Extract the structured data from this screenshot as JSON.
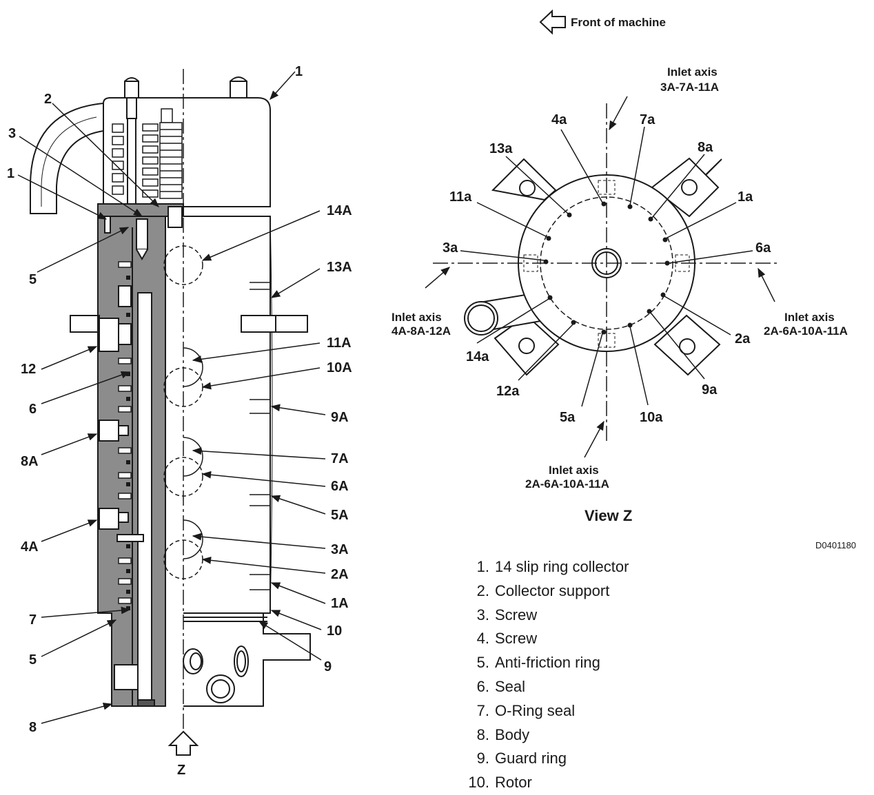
{
  "header": {
    "front_of_machine": "Front of machine"
  },
  "left_view": {
    "callouts": {
      "c1_top": "1",
      "c2": "2",
      "c3": "3",
      "c1_left": "1",
      "c5_top": "5",
      "c12": "12",
      "c6": "6",
      "c8A": "8A",
      "c4A": "4A",
      "c7": "7",
      "c5_bottom": "5",
      "c8": "8",
      "c14A": "14A",
      "c13A": "13A",
      "c11A": "11A",
      "c10A": "10A",
      "c9A": "9A",
      "c7A": "7A",
      "c6A": "6A",
      "c5A": "5A",
      "c3A": "3A",
      "c2A": "2A",
      "c1A": "1A",
      "c10": "10",
      "c9": "9"
    },
    "view_arrow_label": "Z"
  },
  "view_z": {
    "inlet_top_l1": "Inlet axis",
    "inlet_top_l2": "3A-7A-11A",
    "inlet_left_l1": "Inlet axis",
    "inlet_left_l2": "4A-8A-12A",
    "inlet_right_l1": "Inlet axis",
    "inlet_right_l2": "2A-6A-10A-11A",
    "inlet_bottom_l1": "Inlet axis",
    "inlet_bottom_l2": "2A-6A-10A-11A",
    "ports": {
      "p4a": "4a",
      "p7a": "7a",
      "p8a": "8a",
      "p13a": "13a",
      "p11a": "11a",
      "p1a": "1a",
      "p3a": "3a",
      "p6a": "6a",
      "p2a": "2a",
      "p14a": "14a",
      "p9a": "9a",
      "p12a": "12a",
      "p5a": "5a",
      "p10a": "10a"
    },
    "title": "View Z"
  },
  "drawing_code": "D0401180",
  "legend": [
    {
      "num": "1.",
      "text": "14 slip ring collector"
    },
    {
      "num": "2.",
      "text": "Collector support"
    },
    {
      "num": "3.",
      "text": "Screw"
    },
    {
      "num": "4.",
      "text": "Screw"
    },
    {
      "num": "5.",
      "text": "Anti-friction ring"
    },
    {
      "num": "6.",
      "text": "Seal"
    },
    {
      "num": "7.",
      "text": "O-Ring seal"
    },
    {
      "num": "8.",
      "text": "Body"
    },
    {
      "num": "9.",
      "text": "Guard ring"
    },
    {
      "num": "10.",
      "text": "Rotor"
    }
  ]
}
